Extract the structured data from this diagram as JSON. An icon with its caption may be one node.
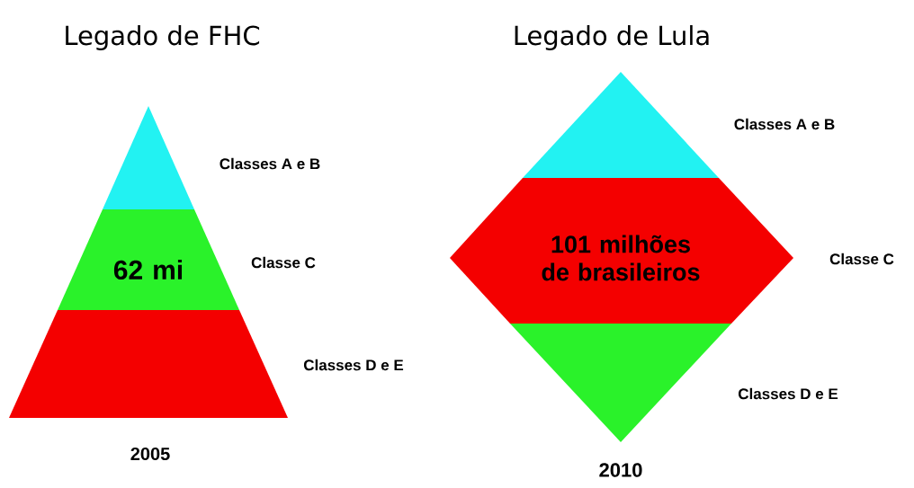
{
  "diagram": {
    "nodes": [
      {
        "text": [],
        "shape": "triangle",
        "beside": [
          "Classes A e B"
        ]
      },
      {
        "text": [
          "62 mi"
        ],
        "beside": [
          "Classe C"
        ]
      },
      {
        "text": [],
        "shape": "trapezoid",
        "beside": [
          "Classes D e E"
        ]
      },
      {
        "text": [],
        "shape": "triangle",
        "beside": [
          "Classes A e B"
        ]
      },
      {
        "text": [
          "101 milhões de brasileiros"
        ],
        "beside": [
          "Classe C"
        ]
      },
      {
        "text": [],
        "shape": "triangle",
        "beside": [
          "Classes D e E"
        ]
      }
    ],
    "labels": [
      "Legado de FHC",
      "Legado de Lula",
      "2005",
      "2010"
    ]
  }
}
